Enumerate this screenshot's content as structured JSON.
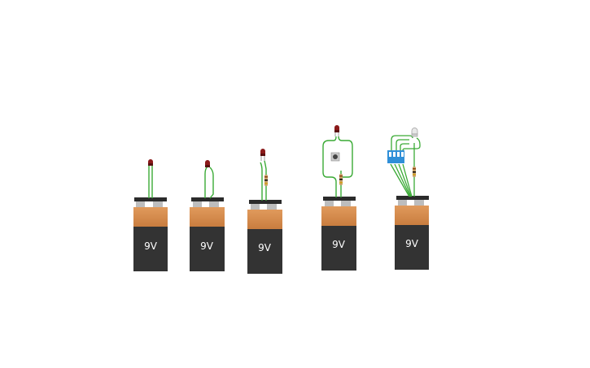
{
  "canvas": {
    "background": "#ffffff"
  },
  "colors": {
    "wire": "#3aaa35",
    "battery_top": "#d58b4e",
    "battery_body": "#333333",
    "battery_cap": "#2b2b2b",
    "terminal": "#bdbdbd",
    "led_red": "#8b1a1a",
    "led_white": "#e8e8e8",
    "resistor": "#c9a26b",
    "dip_switch": "#2f8fd8",
    "button": "#444444"
  },
  "circuits": [
    {
      "id": "circuit-1",
      "label": "9V",
      "components": [
        "battery",
        "led-red"
      ]
    },
    {
      "id": "circuit-2",
      "label": "9V",
      "components": [
        "battery",
        "led-red"
      ]
    },
    {
      "id": "circuit-3",
      "label": "9V",
      "components": [
        "battery",
        "led-red",
        "resistor"
      ]
    },
    {
      "id": "circuit-4",
      "label": "9V",
      "components": [
        "battery",
        "led-red",
        "resistor",
        "push-button"
      ]
    },
    {
      "id": "circuit-5",
      "label": "9V",
      "components": [
        "battery",
        "led-white",
        "resistor",
        "dip-switch"
      ]
    }
  ]
}
